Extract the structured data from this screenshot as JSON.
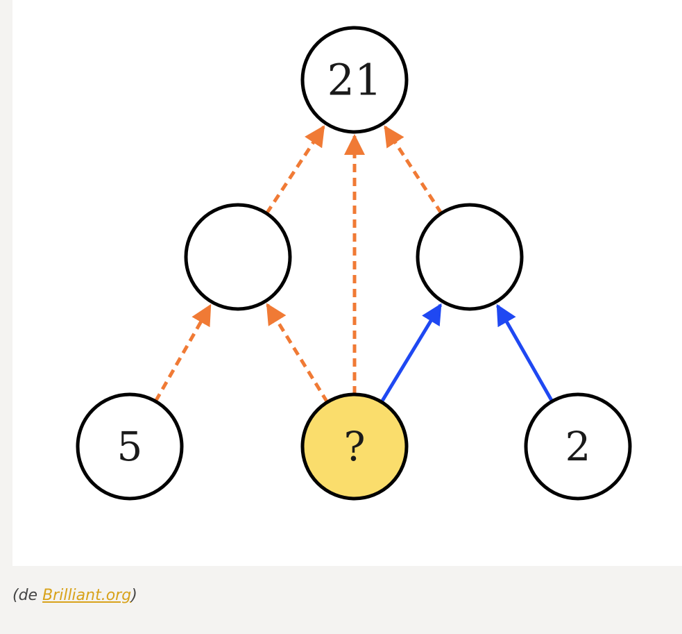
{
  "diagram": {
    "nodes": [
      {
        "id": "top",
        "label": "21",
        "highlight": false
      },
      {
        "id": "middle-left",
        "label": "",
        "highlight": false
      },
      {
        "id": "middle-right",
        "label": "",
        "highlight": false
      },
      {
        "id": "bottom-left",
        "label": "5",
        "highlight": false
      },
      {
        "id": "bottom-center",
        "label": "?",
        "highlight": true
      },
      {
        "id": "bottom-right",
        "label": "2",
        "highlight": false
      }
    ],
    "edges": [
      {
        "from": "middle-left",
        "to": "top",
        "style": "dashed",
        "color": "orange"
      },
      {
        "from": "bottom-center",
        "to": "top",
        "style": "dashed",
        "color": "orange"
      },
      {
        "from": "middle-right",
        "to": "top",
        "style": "dashed",
        "color": "orange"
      },
      {
        "from": "bottom-left",
        "to": "middle-left",
        "style": "dashed",
        "color": "orange"
      },
      {
        "from": "bottom-center",
        "to": "middle-left",
        "style": "dashed",
        "color": "orange"
      },
      {
        "from": "bottom-center",
        "to": "middle-right",
        "style": "solid",
        "color": "blue"
      },
      {
        "from": "bottom-right",
        "to": "middle-right",
        "style": "solid",
        "color": "blue"
      }
    ],
    "colors": {
      "orange": "#f07a35",
      "blue": "#1f48f2",
      "highlight_fill": "#fadd6c",
      "node_fill": "#ffffff",
      "node_stroke": "#000000"
    }
  },
  "caption": {
    "prefix": "(de ",
    "link_text": "Brilliant.org",
    "suffix": ")"
  }
}
